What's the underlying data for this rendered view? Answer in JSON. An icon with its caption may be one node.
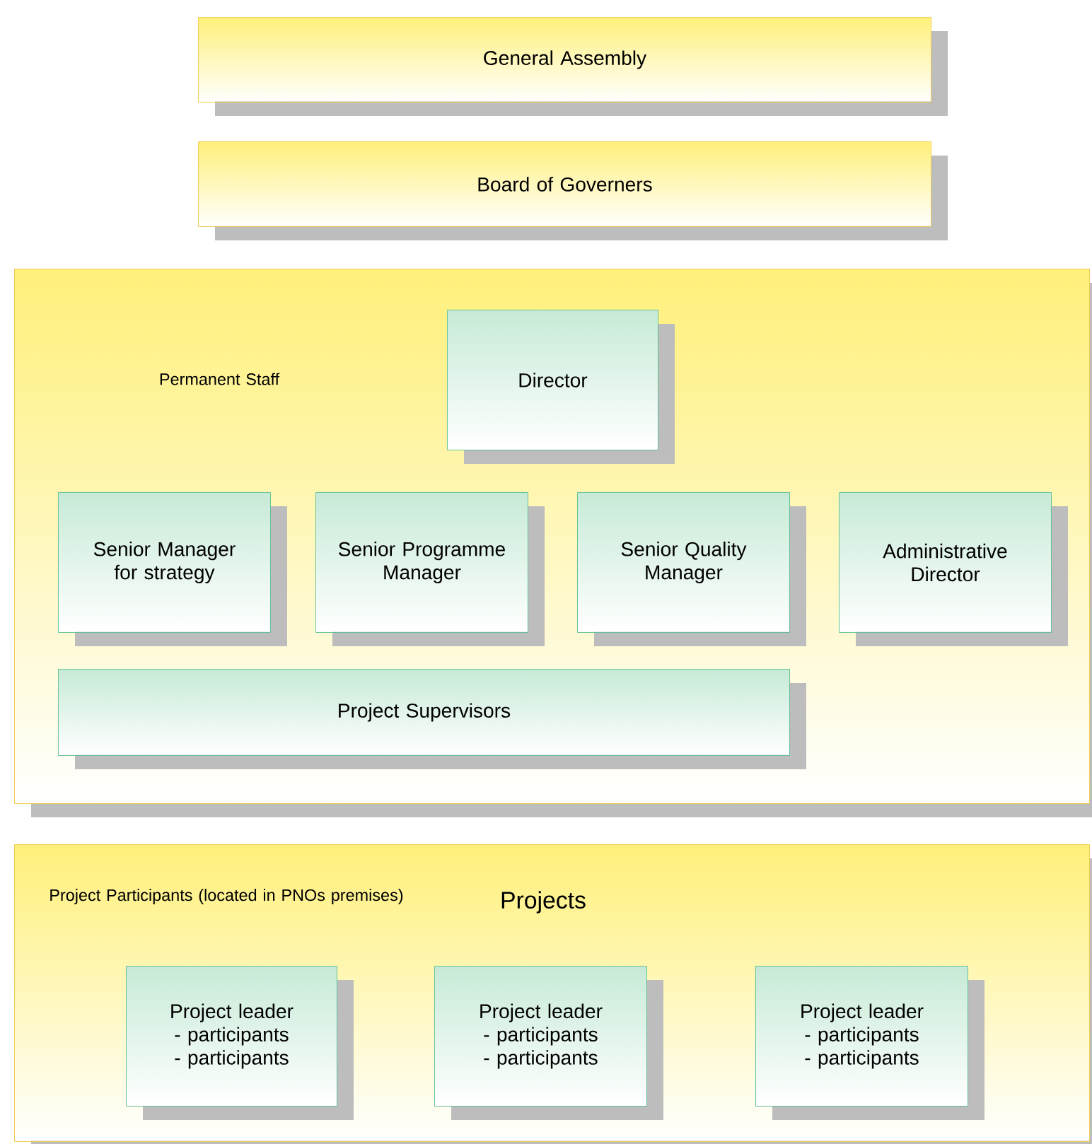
{
  "diagram": {
    "nodes": [
      {
        "text": [
          "General Assembly"
        ]
      },
      {
        "text": [
          "Board of Governers"
        ]
      },
      {
        "text": [
          "Permanent Staff"
        ]
      },
      {
        "text": [
          "Director"
        ],
        "in": 2
      },
      {
        "text": [
          "Senior Manager for strategy"
        ],
        "in": 2
      },
      {
        "text": [
          "Senior Programme Manager"
        ],
        "in": 2
      },
      {
        "text": [
          "Senior Quality Manager"
        ],
        "in": 2
      },
      {
        "text": [
          "Administrative Director"
        ],
        "in": 2
      },
      {
        "text": [
          "Project Supervisors"
        ],
        "in": 2
      },
      {
        "text": [
          "Project Participants (located in PNOs premises)",
          "Projects"
        ]
      },
      {
        "text": [
          "Project leader",
          "- participants",
          "- participants"
        ],
        "in": 9
      },
      {
        "text": [
          "Project leader",
          "- participants",
          "- participants"
        ],
        "in": 9
      },
      {
        "text": [
          "Project leader",
          "- participants",
          "- participants"
        ],
        "in": 9
      }
    ]
  }
}
